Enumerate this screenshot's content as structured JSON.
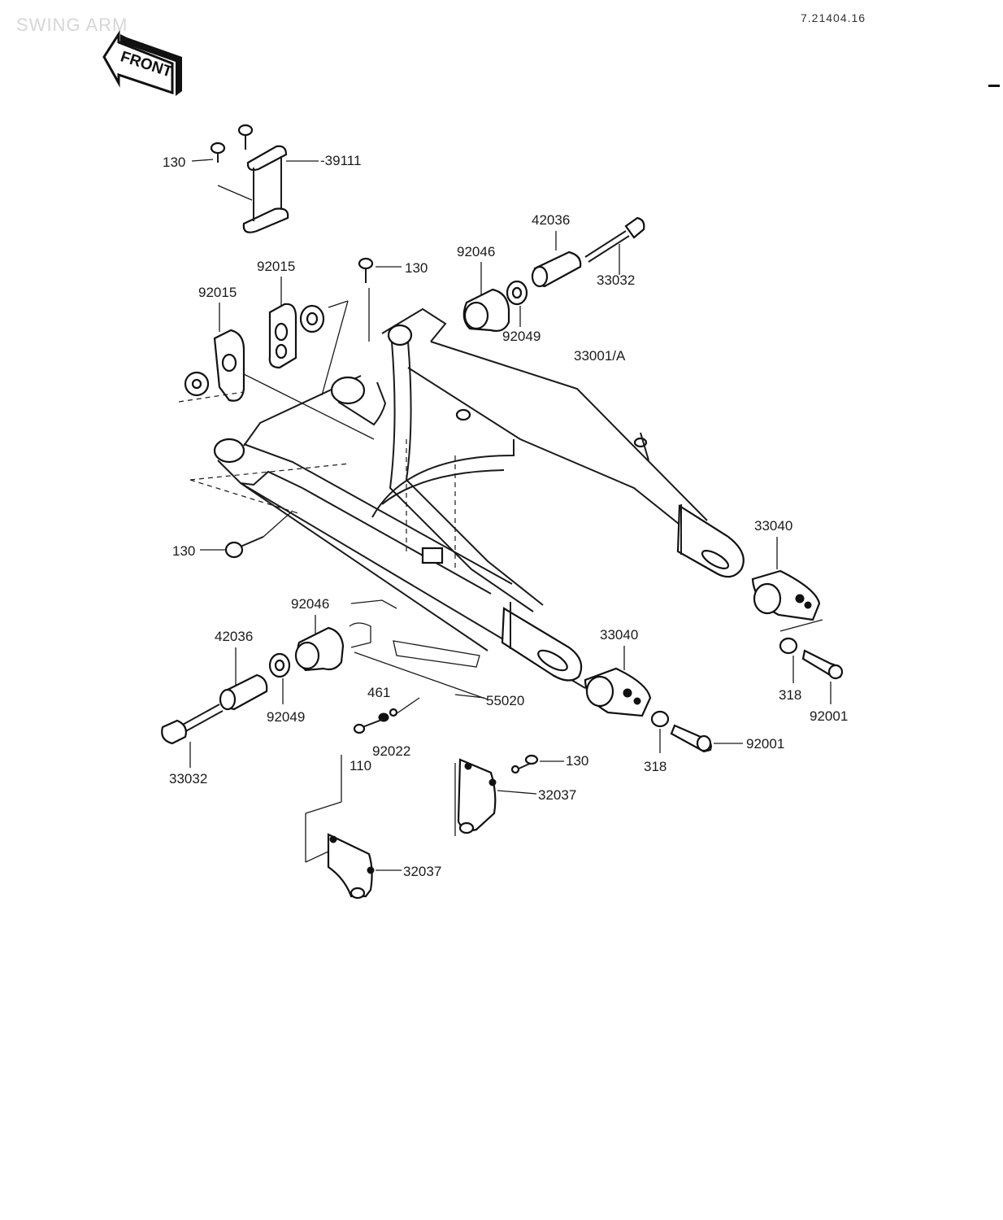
{
  "title": "SWING ARM",
  "diagram_code": "7.21404.16",
  "front_label": "FRONT",
  "callouts": {
    "c130_top": "130",
    "c39111": "-39111",
    "c92015_a": "92015",
    "c92015_b": "92015",
    "c130_mid": "130",
    "c92046_top": "92046",
    "c42036_top": "42036",
    "c33032_top": "33032",
    "c92049_top": "92049",
    "c33001": "33001/A",
    "c130_left": "130",
    "c33040_right": "33040",
    "c92046_bot": "92046",
    "c42036_bot": "42036",
    "c92049_bot": "92049",
    "c33032_bot": "33032",
    "c33040_mid": "33040",
    "c318_right": "318",
    "c92001_right": "92001",
    "c461": "461",
    "c92022": "92022",
    "c55020": "55020",
    "c318_mid": "318",
    "c92001_mid": "92001",
    "c110": "110",
    "c130_bot": "130",
    "c32037_a": "32037",
    "c32037_b": "32037"
  }
}
